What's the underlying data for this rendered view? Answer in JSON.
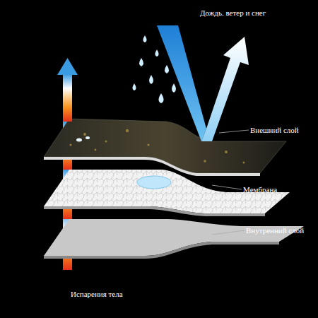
{
  "diagram": {
    "labels": [
      "Дождь. ветер и снег",
      "Внешний слой",
      "Мембрана",
      "Внутренний слой",
      "Испарения тела"
    ]
  }
}
